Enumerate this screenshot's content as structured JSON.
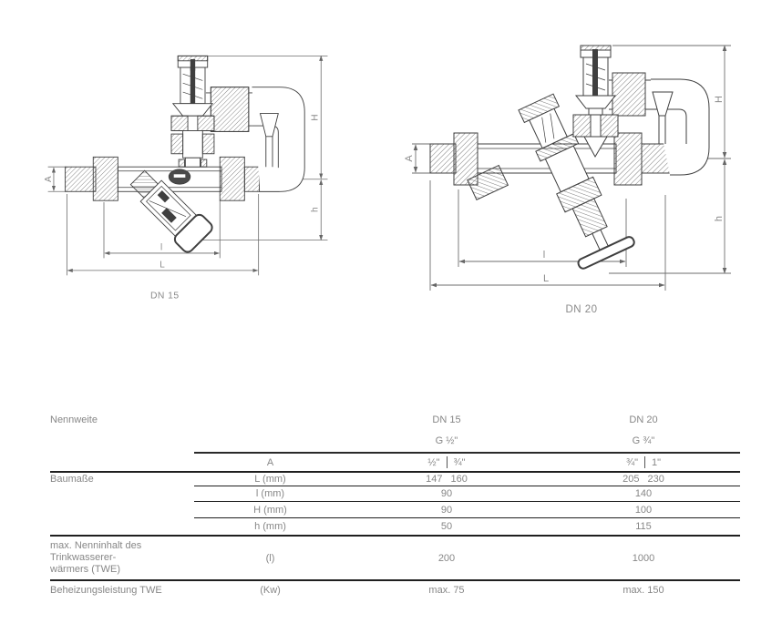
{
  "drawings": {
    "d15": {
      "caption": "DN 15",
      "dims": {
        "A": "A",
        "H": "H",
        "h": "h",
        "l": "l",
        "L": "L"
      }
    },
    "d20": {
      "caption": "DN 20",
      "dims": {
        "A": "A",
        "H": "H",
        "h": "h",
        "l": "l",
        "L": "L"
      }
    }
  },
  "table": {
    "header": {
      "col1": "Nennweite",
      "dn15": "DN 15",
      "dn20": "DN 20",
      "g15": "G ½\"",
      "g20": "G ¾\""
    },
    "a_row": {
      "label": "A",
      "dn15": [
        "½\"",
        "¾\""
      ],
      "dn20": [
        "¾\"",
        "1\""
      ]
    },
    "baumasse_label": "Baumaße",
    "dim_rows": [
      {
        "label": "L (mm)",
        "dn15": [
          "147",
          "160"
        ],
        "dn20": [
          "205",
          "230"
        ]
      },
      {
        "label": "l (mm)",
        "dn15": "90",
        "dn20": "140"
      },
      {
        "label": "H (mm)",
        "dn15": "90",
        "dn20": "100"
      },
      {
        "label": "h (mm)",
        "dn15": "50",
        "dn20": "115"
      }
    ],
    "twe_row": {
      "label_lines": [
        "max. Nenninhalt des",
        "Trinkwasserer-",
        "wärmers (TWE)"
      ],
      "unit": "(l)",
      "dn15": "200",
      "dn20": "1000"
    },
    "heating_row": {
      "label": "Beheizungsleistung TWE",
      "unit": "(Kw)",
      "dn15": "max. 75",
      "dn20": "max. 150"
    }
  },
  "colors": {
    "line": "#3f3f3f",
    "dim": "#6e6e6e",
    "label": "#8a8a8a",
    "rule": "#1f1f1f"
  }
}
